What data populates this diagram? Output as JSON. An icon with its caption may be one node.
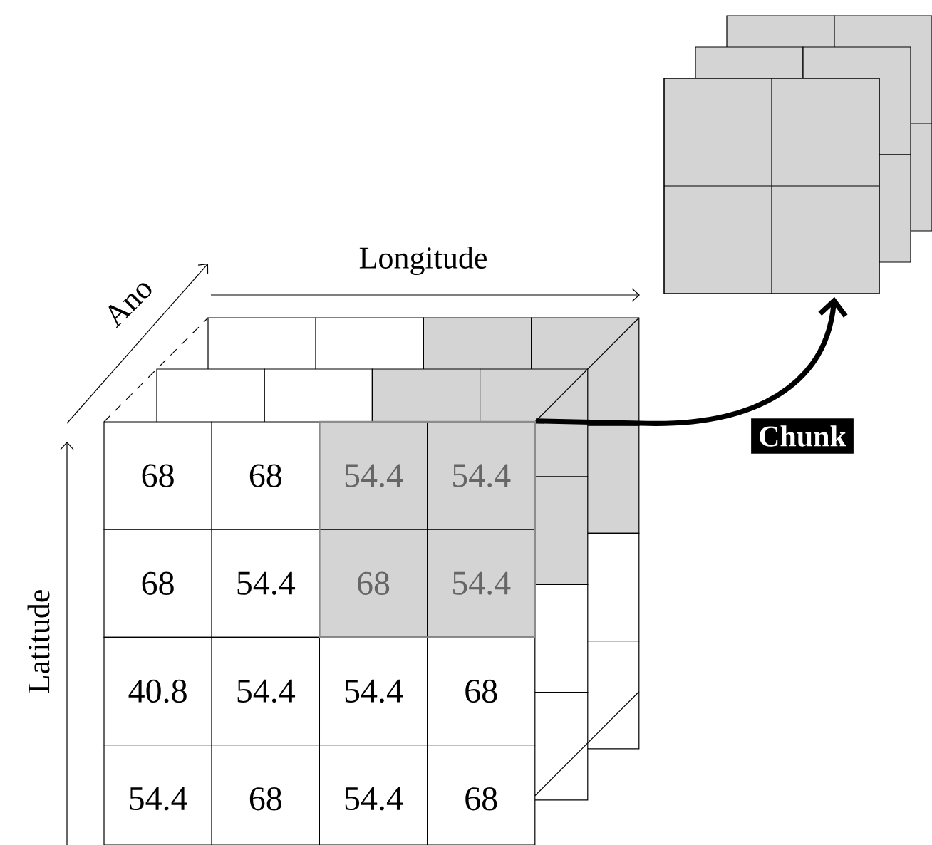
{
  "diagram": {
    "nodes": [
      {
        "text": [],
        "shape": "box"
      },
      {
        "text": [],
        "shape": "cube"
      }
    ],
    "edges": [
      {
        "from": 0,
        "to": 1,
        "arrow": "to",
        "label": "Chunk"
      }
    ],
    "labels": [
      "Longitude",
      "Ano",
      "Latitude",
      "68",
      "68",
      "54.4",
      "54.4",
      "68",
      "54.4",
      "68",
      "54.4",
      "40.8",
      "54.4",
      "54.4",
      "68",
      "54.4",
      "68",
      "54.4",
      "68"
    ]
  }
}
